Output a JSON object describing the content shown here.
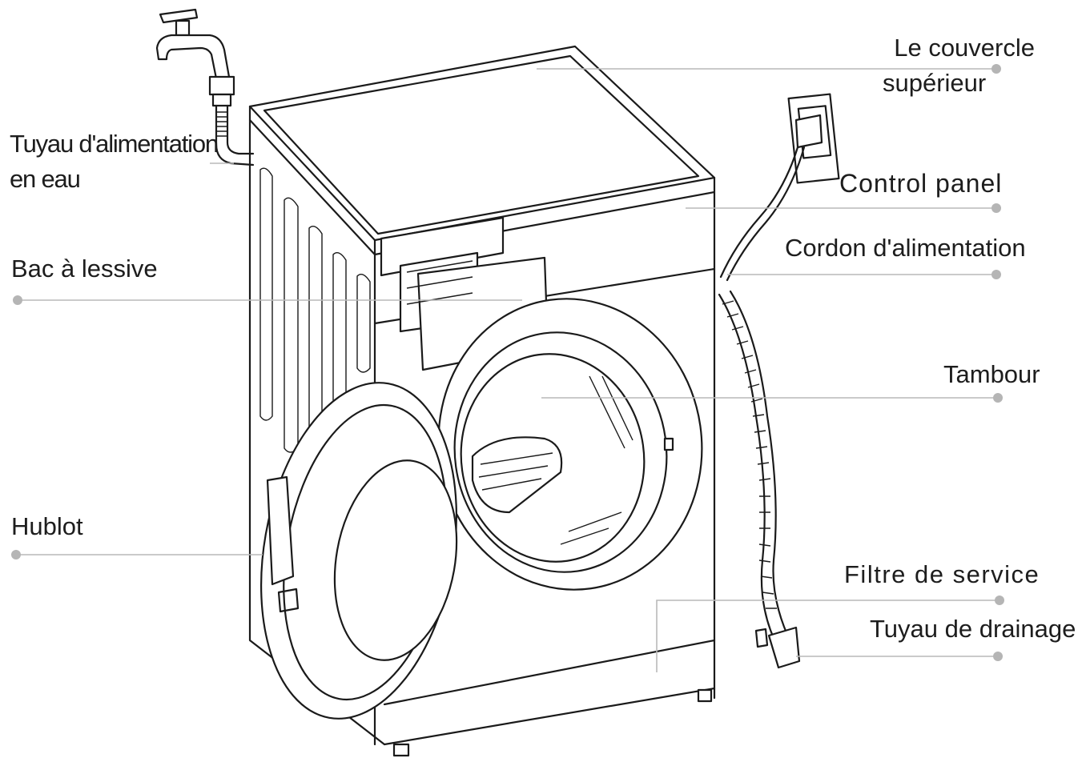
{
  "diagram": {
    "labels": {
      "couvercle": [
        "Le couvercle",
        "supérieur"
      ],
      "alimentation_eau": [
        "Tuyau d'alimentation",
        "en eau"
      ],
      "control_panel": "Control panel",
      "cordon": "Cordon d'alimentation",
      "bac": "Bac à lessive",
      "tambour": "Tambour",
      "hublot": "Hublot",
      "filtre": "Filtre de service",
      "drainage": "Tuyau de drainage"
    },
    "colors": {
      "ink": "#1a1a1a",
      "leader": "#b9b9b9",
      "dot": "#b5b5b5",
      "text": "#1d1d1d"
    }
  }
}
